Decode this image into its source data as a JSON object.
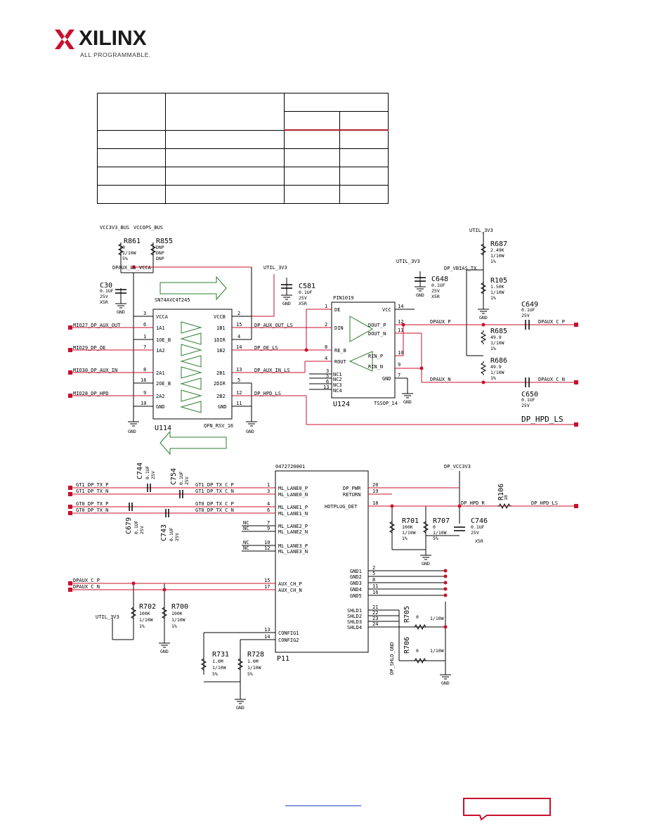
{
  "header": {
    "brand": "XILINX",
    "tagline": "ALL PROGRAMMABLE."
  },
  "schematic": {
    "power": {
      "vcc3v3_bus": "VCC3V3_BUS",
      "vccops_bus": "VCCOPS_BUS",
      "util_3v3": "UTIL_3V3",
      "dp_vcc3v3": "DP_VCC3V3",
      "gnd": "GND"
    },
    "nets": {
      "dpaux_ls_vcca": "DPAUX_LS_VCCA",
      "mio27": "MIO27_DP_AUX_OUT",
      "mio29": "MIO29_DP_OE",
      "mio30": "MIO30_DP_AUX_IN",
      "mio28": "MIO28_DP_HPD",
      "aux_out_ls": "DP_AUX_OUT_LS",
      "oe_ls": "DP_OE_LS",
      "aux_in_ls": "DP_AUX_IN_LS",
      "hpd_ls": "DP_HPD_LS",
      "dpaux_p": "DPAUX_P",
      "dpaux_n": "DPAUX_N",
      "dpaux_c_p": "DPAUX_C_P",
      "dpaux_c_n": "DPAUX_C_N",
      "vbias": "DP_VBIAS_TX",
      "hpd_r": "DP_HPD_R",
      "gt1_p": "GT1_DP_TX_P",
      "gt1_n": "GT1_DP_TX_N",
      "gt0_p": "GT0_DP_TX_P",
      "gt0_n": "GT0_DP_TX_N",
      "gt1_c_p": "GT1_DP_TX_C_P",
      "gt1_c_n": "GT1_DP_TX_C_N",
      "gt0_c_p": "GT0_DP_TX_C_P",
      "gt0_c_n": "GT0_DP_TX_C_N",
      "shld_gnd": "DP_SHLD_GND"
    },
    "u114": {
      "ref": "U114",
      "part": "SN74AVC4T245",
      "pkg": "QFN_RSV_16",
      "pins_left": [
        "VCCA",
        "1A1",
        "1OE_B",
        "1A2",
        "2A1",
        "2OE_B",
        "2A2",
        "GND"
      ],
      "pins_left_num": [
        "3",
        "6",
        "1",
        "7",
        "8",
        "16",
        "9",
        "10"
      ],
      "pins_right": [
        "VCCB",
        "1B1",
        "1DIR",
        "1B2",
        "2B1",
        "2DIR",
        "2B2",
        "GND"
      ],
      "pins_right_num": [
        "2",
        "15",
        "4",
        "14",
        "13",
        "5",
        "12",
        "11"
      ]
    },
    "u124": {
      "ref": "U124",
      "part": "PIN1019",
      "pkg": "TSSOP_14",
      "pins_left": [
        "DE",
        "DIN",
        "RE_B",
        "ROUT",
        "NC1",
        "NC2",
        "NC3",
        "NC4"
      ],
      "pins_left_num": [
        "1",
        "2",
        "8",
        "4",
        "3",
        "5",
        "6",
        "13"
      ],
      "pins_right": [
        "VCC",
        "DOUT_P",
        "DOUT_N",
        "RIN_P",
        "RIN_N",
        "GND"
      ],
      "pins_right_num": [
        "14",
        "12",
        "11",
        "10",
        "9",
        "7"
      ]
    },
    "p11": {
      "ref": "P11",
      "part": "0472720001",
      "pins_left": [
        "ML_LANE0_P",
        "ML_LANE0_N",
        "ML_LANE1_P",
        "ML_LANE1_N",
        "ML_LANE2_P",
        "ML_LANE2_N",
        "ML_LANE3_P",
        "ML_LANE3_N",
        "AUX_CH_P",
        "AUX_CH_N",
        "CONFIG1",
        "CONFIG2"
      ],
      "pins_left_num": [
        "1",
        "3",
        "4",
        "6",
        "7",
        "9",
        "10",
        "12",
        "15",
        "17",
        "13",
        "14"
      ],
      "pins_right": [
        "DP_PWR",
        "RETURN",
        "HOTPLUG_DET",
        "GND1",
        "GND2",
        "GND3",
        "GND4",
        "GND5",
        "SHLD1",
        "SHLD2",
        "SHLD3",
        "SHLD4"
      ],
      "pins_right_num": [
        "20",
        "19",
        "18",
        "2",
        "5",
        "8",
        "11",
        "16",
        "21",
        "22",
        "23",
        "24"
      ],
      "nc": "NC"
    },
    "components": {
      "r861": {
        "ref": "R861",
        "v": [
          "0",
          "1/10W",
          "5%"
        ]
      },
      "r855": {
        "ref": "R855",
        "v": [
          "DNP",
          "DNP",
          "DNP"
        ]
      },
      "c30": {
        "ref": "C30",
        "v": [
          "0.1UF",
          "25V",
          "X5R"
        ]
      },
      "c581": {
        "ref": "C581",
        "v": [
          "0.1UF",
          "25V",
          "X5R"
        ]
      },
      "c648": {
        "ref": "C648",
        "v": [
          "0.1UF",
          "25V",
          "X5R"
        ]
      },
      "r687": {
        "ref": "R687",
        "v": [
          "2.49K",
          "1/10W",
          "1%"
        ]
      },
      "r105": {
        "ref": "R105",
        "v": [
          "1.50K",
          "1/10W",
          "1%"
        ]
      },
      "r685": {
        "ref": "R685",
        "v": [
          "49.9",
          "1/10W",
          "1%"
        ]
      },
      "r686": {
        "ref": "R686",
        "v": [
          "49.9",
          "1/10W",
          "1%"
        ]
      },
      "c649": {
        "ref": "C649",
        "v": [
          "0.1UF",
          "25V"
        ]
      },
      "c650": {
        "ref": "C650",
        "v": [
          "0.1UF",
          "25V"
        ]
      },
      "c744": {
        "ref": "C744",
        "v": [
          "0.1UF",
          "25V"
        ]
      },
      "c754": {
        "ref": "C754",
        "v": [
          "0.1UF",
          "25V"
        ]
      },
      "c679": {
        "ref": "C679",
        "v": [
          "0.1UF",
          "25V"
        ]
      },
      "c743": {
        "ref": "C743",
        "v": [
          "0.1UF",
          "25V"
        ]
      },
      "r106": {
        "ref": "R106",
        "v": [
          "10"
        ]
      },
      "r701": {
        "ref": "R701",
        "v": [
          "100K",
          "1/10W",
          "1%"
        ]
      },
      "r707": {
        "ref": "R707",
        "v": [
          "0",
          "1/10W",
          "5%"
        ]
      },
      "c746": {
        "ref": "C746",
        "v": [
          "0.1UF",
          "25V",
          "X5R"
        ]
      },
      "r702": {
        "ref": "R702",
        "v": [
          "100K",
          "1/10W",
          "1%"
        ]
      },
      "r700": {
        "ref": "R700",
        "v": [
          "100K",
          "1/10W",
          "1%"
        ]
      },
      "r731": {
        "ref": "R731",
        "v": [
          "1.0M",
          "1/10W",
          "5%"
        ]
      },
      "r728": {
        "ref": "R728",
        "v": [
          "1.0M",
          "1/10W",
          "5%"
        ]
      },
      "r705": {
        "ref": "R705",
        "v": [
          "0",
          "1/10W"
        ]
      },
      "r706": {
        "ref": "R706",
        "v": [
          "0",
          "1/10W"
        ]
      }
    }
  },
  "colors": {
    "net_red": "#c8102e",
    "wire_green": "#2e7d32",
    "logo_red": "#c8102e"
  }
}
